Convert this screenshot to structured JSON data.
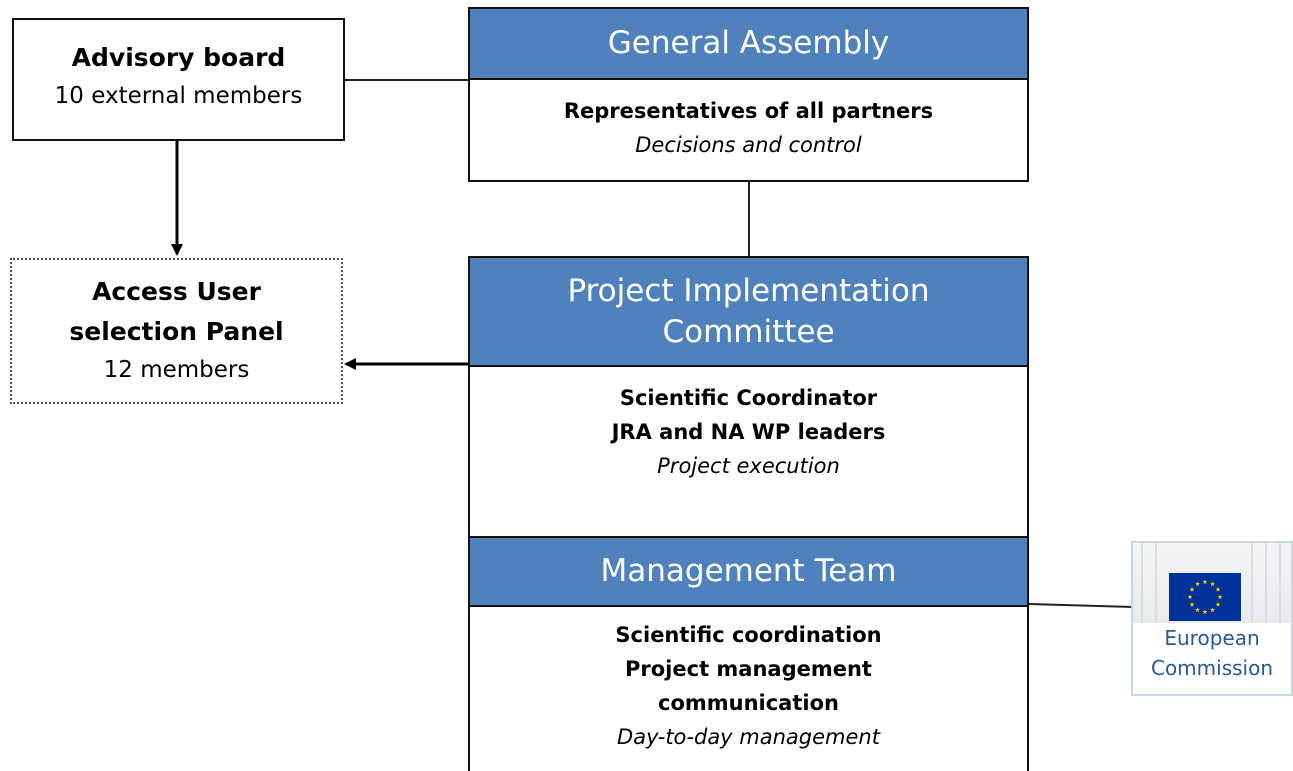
{
  "advisory_board": {
    "title": "Advisory board",
    "subtitle": "10 external members"
  },
  "access_panel": {
    "title_line1": "Access User",
    "title_line2": "selection Panel",
    "subtitle": "12 members"
  },
  "general_assembly": {
    "header": "General Assembly",
    "line1": "Representatives of all partners",
    "line2": "Decisions and control"
  },
  "project_implementation_committee": {
    "header_line1": "Project Implementation",
    "header_line2": "Committee",
    "line1": "Scientific Coordinator",
    "line2": "JRA and NA WP leaders",
    "line3": "Project execution"
  },
  "management_team": {
    "header": "Management Team",
    "line1": "Scientific coordination",
    "line2": "Project management",
    "line3": "communication",
    "line4": "Day-to-day management"
  },
  "european_commission": {
    "line1": "European",
    "line2": "Commission",
    "icon": "eu-flag-icon"
  },
  "colors": {
    "header_blue": "#4f81bd",
    "ec_blue": "#2a5a93",
    "flag_blue": "#003399",
    "flag_star": "#ffcc00"
  }
}
